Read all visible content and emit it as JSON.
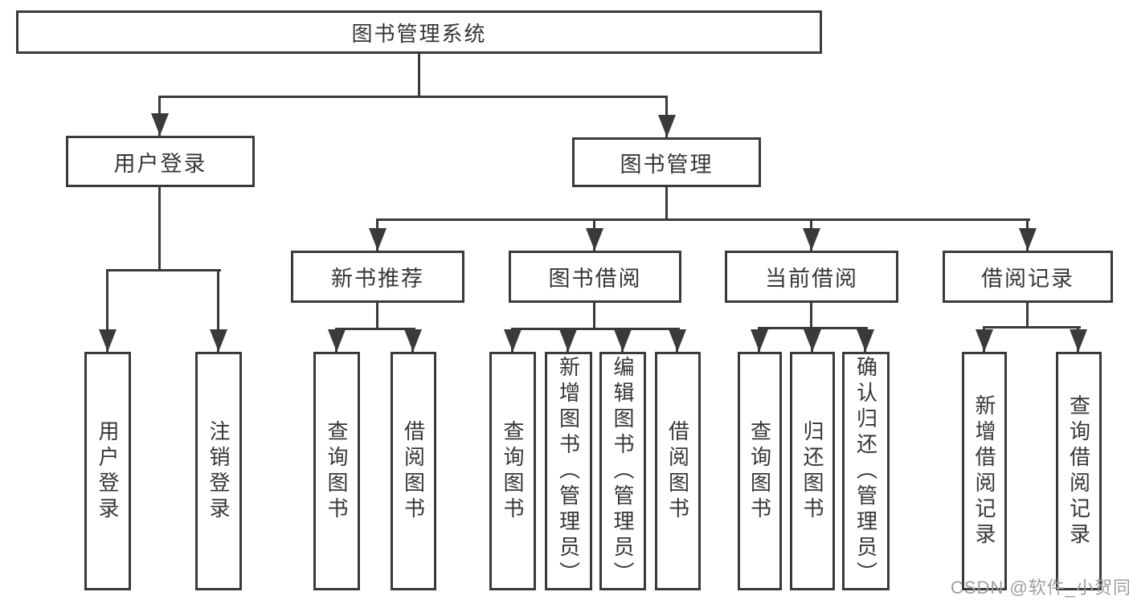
{
  "diagram": {
    "title": "图书管理系统",
    "type": "hierarchy-tree",
    "watermark": "CSDN @软件_小贺同学"
  },
  "colors": {
    "background": "#ffffff",
    "line": "#3a3a3a",
    "box_border": "#3a3a3a",
    "text": "#363636",
    "watermark": "#9e9e9e"
  },
  "nodes": {
    "root": {
      "label": "图书管理系统"
    },
    "user_login": {
      "label": "用户登录"
    },
    "book_mgmt": {
      "label": "图书管理"
    },
    "new_book_rec": {
      "label": "新书推荐"
    },
    "book_borrow": {
      "label": "图书借阅"
    },
    "current_borrow": {
      "label": "当前借阅"
    },
    "borrow_records": {
      "label": "借阅记录"
    },
    "leaf_user_login": {
      "label": "用户登录"
    },
    "leaf_logout": {
      "label": "注销登录"
    },
    "leaf_query_book_rec": {
      "label": "查询图书"
    },
    "leaf_borrow_book_rec": {
      "label": "借阅图书"
    },
    "leaf_query_book_borrow": {
      "label": "查询图书"
    },
    "leaf_add_book_admin": {
      "label": "新增图书（管理员）"
    },
    "leaf_edit_book_admin": {
      "label": "编辑图书（管理员）"
    },
    "leaf_borrow_book": {
      "label": "借阅图书"
    },
    "leaf_query_book_current": {
      "label": "查询图书"
    },
    "leaf_return_book": {
      "label": "归还图书"
    },
    "leaf_confirm_return_admin": {
      "label": "确认归还（管理员）"
    },
    "leaf_add_borrow_record": {
      "label": "新增借阅记录"
    },
    "leaf_query_borrow_record": {
      "label": "查询借阅记录"
    }
  },
  "edges": [
    {
      "parent": "root",
      "children": [
        "user_login",
        "book_mgmt"
      ]
    },
    {
      "parent": "user_login",
      "children": [
        "leaf_user_login",
        "leaf_logout"
      ]
    },
    {
      "parent": "book_mgmt",
      "children": [
        "new_book_rec",
        "book_borrow",
        "current_borrow",
        "borrow_records"
      ]
    },
    {
      "parent": "new_book_rec",
      "children": [
        "leaf_query_book_rec",
        "leaf_borrow_book_rec"
      ]
    },
    {
      "parent": "book_borrow",
      "children": [
        "leaf_query_book_borrow",
        "leaf_add_book_admin",
        "leaf_edit_book_admin",
        "leaf_borrow_book"
      ]
    },
    {
      "parent": "current_borrow",
      "children": [
        "leaf_query_book_current",
        "leaf_return_book",
        "leaf_confirm_return_admin"
      ]
    },
    {
      "parent": "borrow_records",
      "children": [
        "leaf_add_borrow_record",
        "leaf_query_borrow_record"
      ]
    }
  ]
}
